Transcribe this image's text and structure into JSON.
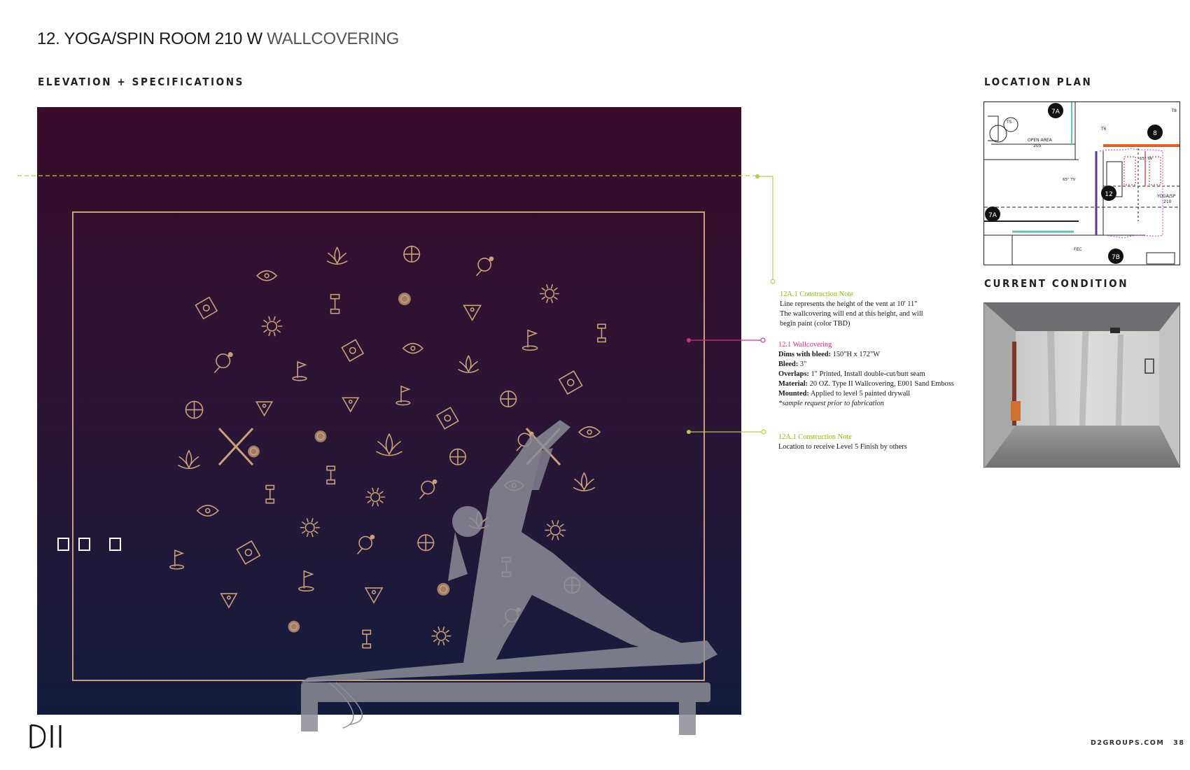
{
  "header": {
    "title_main": "12. YOGA/SPIN ROOM 210 W",
    "title_sub": "WALLCOVERING"
  },
  "sections": {
    "elevation": "ELEVATION + SPECIFICATIONS",
    "location": "LOCATION PLAN",
    "condition": "CURRENT CONDITION"
  },
  "notes": [
    {
      "title": "12A.1 Construction Note",
      "lines": [
        "Line represents the height of the vent at 10' 11\"",
        "The wallcovering will end at this height, and will",
        "begin paint (color TBD)"
      ]
    },
    {
      "title": "12.1 Wallcovering",
      "rows": [
        {
          "k": "Dims with bleed:",
          "v": " 150\"H x 172\"W"
        },
        {
          "k": "Bleed:",
          "v": " 3\""
        },
        {
          "k": "Overlaps:",
          "v": " 1\" Printed, Install double-cut/butt seam"
        },
        {
          "k": "Material:",
          "v": " 20 OZ. Type II Wallcovering, E001 Sand Emboss"
        },
        {
          "k": "Mounted:",
          "v": " Applied to level 5 painted drywall"
        }
      ],
      "footnote": "*sample request prior to fabrication"
    },
    {
      "title": "12A.1 Construction Note",
      "lines": [
        "Location to receive Level 5 Finish by others"
      ]
    }
  ],
  "plan": {
    "labels": {
      "r7a_top": "7A",
      "r8": "8",
      "r7a_left": "7A",
      "r7b": "7B",
      "r12": "12",
      "open_area": "OPEN AREA",
      "open_area_num": "205",
      "yoga": "YOGA/SP",
      "yoga_num": "210",
      "fec": "FEC",
      "tv": "65\" TV",
      "tv2": "65\" TV",
      "t6": "T6",
      "t8": "T8",
      "ts": "TS"
    }
  },
  "colors": {
    "note_green": "#8ab52a",
    "note_magenta": "#c4378a",
    "gold": "#c9a07a"
  },
  "footer": {
    "logo": "D2",
    "url": "D2GROUPS.COM",
    "page": "38"
  }
}
